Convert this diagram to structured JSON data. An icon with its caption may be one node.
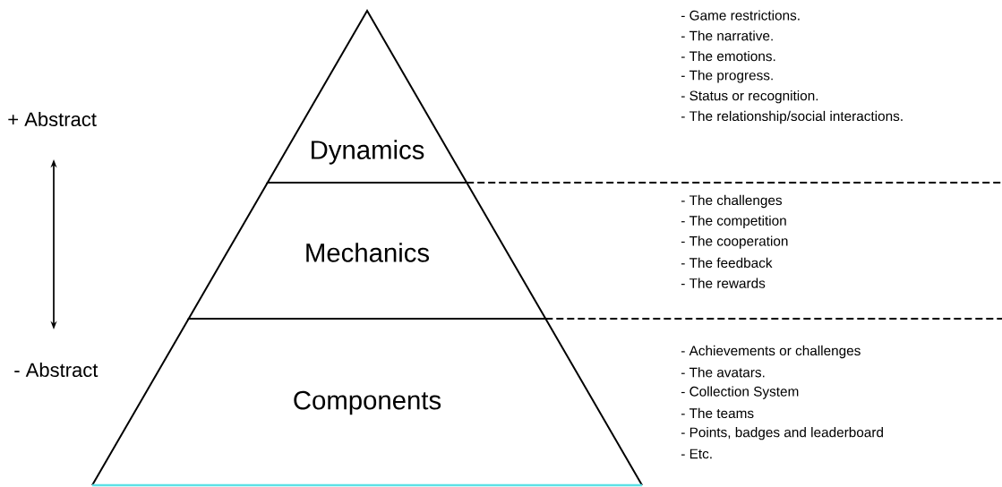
{
  "diagram": {
    "nodes": [
      {
        "text": [
          "Dynamics"
        ],
        "beside": [
          "- Game restrictions.",
          "- The narrative.",
          "- The emotions.",
          "- The progress.",
          "- Status or recognition.",
          "- The relationship/social interactions."
        ]
      },
      {
        "text": [
          "Mechanics"
        ],
        "beside": [
          "- The challenges",
          "- The competition",
          "- The cooperation",
          "- The feedback",
          "- The rewards"
        ]
      },
      {
        "text": [
          "Components"
        ],
        "beside": [
          "- Achievements or challenges",
          "- The avatars.",
          "- Collection System",
          "- The teams",
          "- Points, badges and leaderboard",
          "- Etc."
        ]
      }
    ],
    "labels": [
      "+ Abstract",
      "- Abstract"
    ]
  }
}
